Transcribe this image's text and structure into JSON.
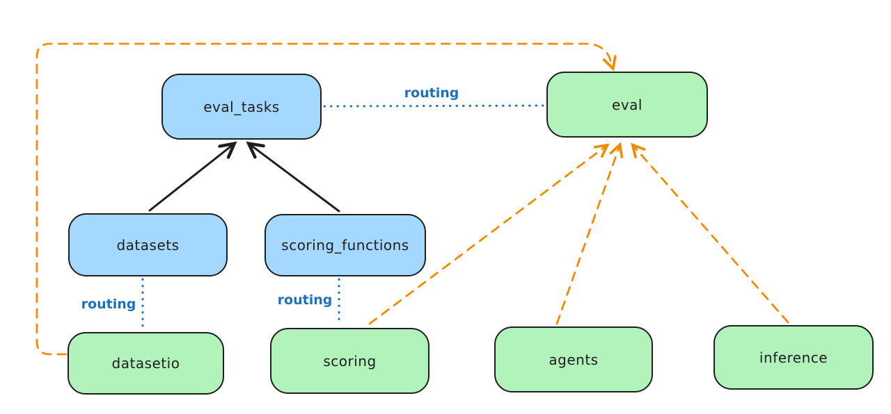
{
  "diagram": {
    "nodes": {
      "eval_tasks": {
        "label": "eval_tasks",
        "kind": "registry"
      },
      "eval": {
        "label": "eval",
        "kind": "api"
      },
      "datasets": {
        "label": "datasets",
        "kind": "registry"
      },
      "scoring_functions": {
        "label": "scoring_functions",
        "kind": "registry"
      },
      "datasetio": {
        "label": "datasetio",
        "kind": "api"
      },
      "scoring": {
        "label": "scoring",
        "kind": "api"
      },
      "agents": {
        "label": "agents",
        "kind": "api"
      },
      "inference": {
        "label": "inference",
        "kind": "api"
      }
    },
    "edge_labels": {
      "eval_tasks_to_eval": "routing",
      "datasets_to_datasetio": "routing",
      "scoring_functions_to_scoring": "routing"
    },
    "edges": [
      {
        "from": "datasets",
        "to": "eval_tasks",
        "style": "solid-black-arrow"
      },
      {
        "from": "scoring_functions",
        "to": "eval_tasks",
        "style": "solid-black-arrow"
      },
      {
        "from": "eval_tasks",
        "to": "eval",
        "style": "dotted-blue",
        "label": "routing"
      },
      {
        "from": "datasets",
        "to": "datasetio",
        "style": "dotted-blue",
        "label": "routing"
      },
      {
        "from": "scoring_functions",
        "to": "scoring",
        "style": "dotted-blue",
        "label": "routing"
      },
      {
        "from": "scoring",
        "to": "eval",
        "style": "dashed-orange-arrow"
      },
      {
        "from": "agents",
        "to": "eval",
        "style": "dashed-orange-arrow"
      },
      {
        "from": "inference",
        "to": "eval",
        "style": "dashed-orange-arrow"
      },
      {
        "from": "datasetio",
        "to": "eval",
        "style": "dashed-orange-arrow"
      }
    ],
    "colors": {
      "registry_fill": "#a5d8ff",
      "api_fill": "#b2f2bb",
      "stroke": "#1e1e1e",
      "routing_blue": "#1971c2",
      "dependency_orange": "#f08c00"
    }
  }
}
